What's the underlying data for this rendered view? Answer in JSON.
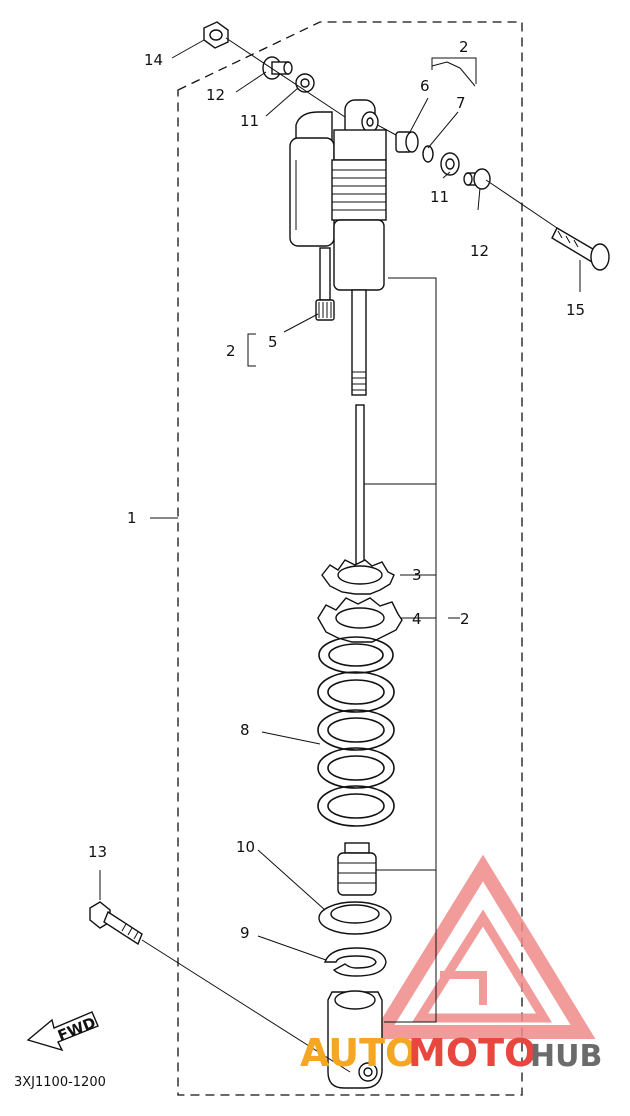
{
  "diagram": {
    "drawing_code": "3XJ1100-1200",
    "fwd_label": "FWD",
    "callouts": {
      "c14": "14",
      "c12a": "12",
      "c11a": "11",
      "c2a": "2",
      "c6": "6",
      "c7": "7",
      "c11b": "11",
      "c12b": "12",
      "c15": "15",
      "c2b": "2",
      "c5": "5",
      "c1": "1",
      "c3": "3",
      "c4": "4",
      "c2c": "2",
      "c8": "8",
      "c10": "10",
      "c13": "13",
      "c9": "9"
    }
  },
  "watermark": {
    "text_part1": "AUTO",
    "text_part2": "MOTO",
    "text_part3": "HUB",
    "color_orange": "#f5a623",
    "color_red": "#e8473f",
    "color_gray": "#6b6b6b"
  }
}
